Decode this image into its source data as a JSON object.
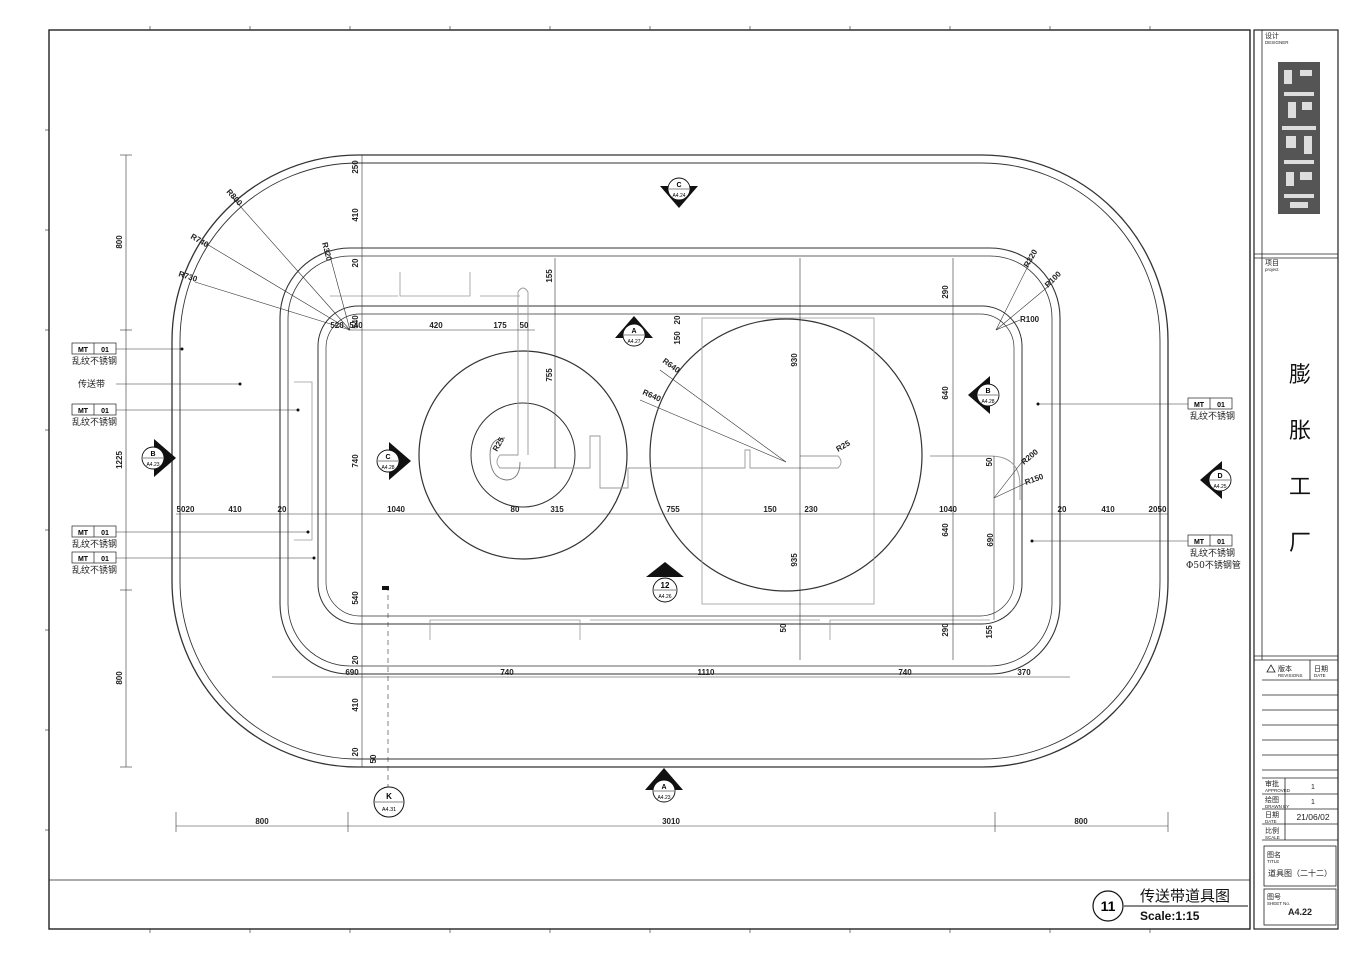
{
  "title_block": {
    "designer_cn": "设计",
    "designer_en": "DESIGNER",
    "project_cn": "项目",
    "project_en": "project",
    "project_chars": [
      "膨",
      "胀",
      "工",
      "厂"
    ],
    "revisions_cn": "版本",
    "revisions_en": "REVISIONS",
    "date_col_cn": "日期",
    "date_col_en": "DATE",
    "approved_cn": "审批",
    "approved_en": "APPROVED",
    "approved_value": "1",
    "drawn_cn": "绘图",
    "drawn_en": "DRAWN BY",
    "drawn_value": "1",
    "date_cn": "日期",
    "date_en": "DATE",
    "date_value": "21/06/02",
    "scale_cn": "比例",
    "scale_en": "SCALE",
    "title_cn": "图名",
    "title_en": "TITLE",
    "title_value": "道具图（二十二）",
    "sheet_cn": "图号",
    "sheet_en": "SHEET No.",
    "sheet_value": "A4.22"
  },
  "drawing": {
    "number": "11",
    "name": "传送带道具图",
    "scale": "Scale:1:15",
    "material_code_prefix": "MT",
    "material_code_num": "01",
    "material_name": "乱纹不锈钢",
    "conveyor_label": "传送带",
    "pipe_note": "Φ50不锈钢管",
    "callouts": [
      {
        "letter": "C",
        "ref": "A4.24"
      },
      {
        "letter": "A",
        "ref": "A4.27"
      },
      {
        "letter": "B",
        "ref": "A4.28"
      },
      {
        "letter": "B",
        "ref": "A4.23"
      },
      {
        "letter": "C",
        "ref": "A4.28"
      },
      {
        "letter": "D",
        "ref": "A4.25"
      },
      {
        "letter": "12",
        "ref": "A4.26"
      },
      {
        "letter": "A",
        "ref": "A4.23"
      },
      {
        "letter": "K",
        "ref": "A4.31"
      }
    ],
    "radii": [
      "R800",
      "R740",
      "R730",
      "R320",
      "R640",
      "R640",
      "R25",
      "R25",
      "R320",
      "R100",
      "R100",
      "R200",
      "R150"
    ],
    "dims_bottom": [
      "800",
      "3010",
      "800"
    ],
    "dims_row_690": [
      "690",
      "740",
      "1110",
      "740",
      "370"
    ],
    "dims_mid_row": [
      "50",
      "20",
      "410",
      "20",
      "1040",
      "80",
      "315",
      "755",
      "150",
      "230",
      "1040",
      "20",
      "410",
      "20",
      "50"
    ],
    "dims_top_row": [
      "520",
      "540",
      "420",
      "175",
      "50"
    ],
    "dims_left_vertical": [
      "800",
      "1225",
      "800"
    ],
    "dims_inner_left_vertical": [
      "250",
      "410",
      "20",
      "540",
      "740",
      "540",
      "20",
      "410",
      "20",
      "50"
    ],
    "dims_center_vertical": [
      "155",
      "755",
      "20",
      "150",
      "930",
      "935",
      "50"
    ],
    "dims_right_vertical": [
      "290",
      "640",
      "50",
      "640",
      "690",
      "290",
      "155"
    ]
  }
}
